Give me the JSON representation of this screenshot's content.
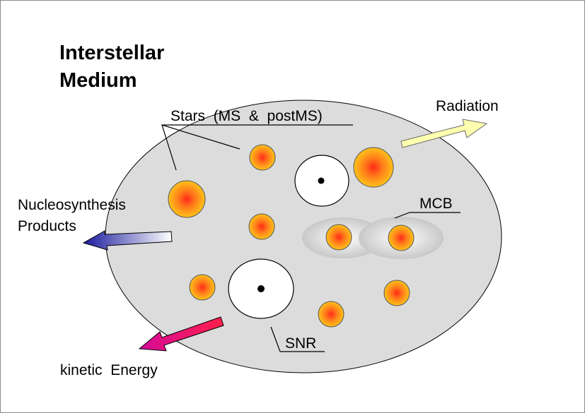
{
  "diagram": {
    "title_line1": "Interstellar",
    "title_line2": "Medium",
    "labels": {
      "stars": "Stars  (MS  &  postMS)",
      "radiation": "Radiation",
      "nucleosynthesis_line1": "Nucleosynthesis",
      "nucleosynthesis_line2": "Products",
      "mcb": "MCB",
      "snr": "SNR",
      "kinetic_energy": "kinetic  Energy"
    }
  },
  "colors": {
    "medium_fill": "#dcdcdc",
    "star_core": "#ff2a1a",
    "star_edge": "#ffc21a",
    "radiation_arrow": "#ffffb0",
    "nucleosynthesis_arrow_start": "#1a1a9e",
    "kinetic_arrow_start": "#ff1f4a",
    "kinetic_arrow_end": "#d40a9a"
  }
}
